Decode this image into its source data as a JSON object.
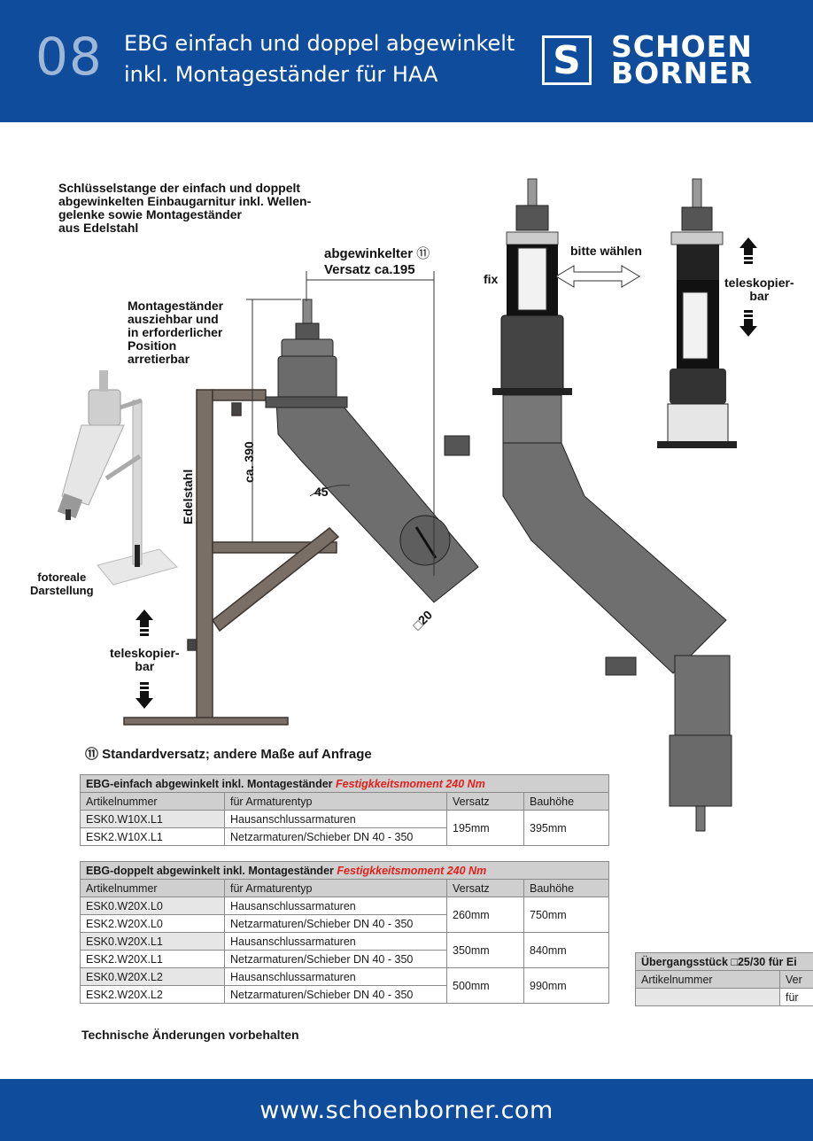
{
  "header": {
    "page_number": "08",
    "title_line1": "EBG einfach und doppel abgewinkelt",
    "title_line2": "inkl. Montageständer für HAA",
    "logo_symbol": "S",
    "logo_line1": "SCHOEN",
    "logo_line2": "BORNER"
  },
  "drawing": {
    "intro_l1": "Schlüsselstange der einfach und doppelt",
    "intro_l2": "abgewinkelten Einbaugarnitur inkl. Wellen-",
    "intro_l3": "gelenke sowie Montageständer",
    "intro_l4": "aus Edelstahl",
    "montage_l1": "Montageständer",
    "montage_l2": "ausziehbar und",
    "montage_l3": "in erforderlicher",
    "montage_l4": "Position",
    "montage_l5": "arretierbar",
    "offset_l1": "abgewinkelter",
    "offset_l2": "Versatz ca.195",
    "offset_marker": "⑪",
    "height_dim": "ca. 390",
    "angle_dim": "45",
    "square_dim": "□20",
    "material": "Edelstahl",
    "photo_l1": "fotoreale",
    "photo_l2": "Darstellung",
    "telescopic_left_l1": "teleskopier-",
    "telescopic_left_l2": "bar",
    "fix_label": "fix",
    "choose_label": "bitte wählen",
    "telescopic_right_l1": "teleskopier-",
    "telescopic_right_l2": "bar"
  },
  "footnote": "⑪  Standardversatz; andere Maße auf Anfrage",
  "table1": {
    "title_prefix": "EBG-einfach  abgewinkelt inkl. Montageständer ",
    "title_highlight": "Festigkkeitsmoment  240 Nm",
    "headers": [
      "Artikelnummer",
      "für Armaturentyp",
      "Versatz",
      "Bauhöhe"
    ],
    "rows": [
      {
        "article": "ESK0.W10X.L1",
        "type": "Hausanschlussarmaturen"
      },
      {
        "article": "ESK2.W10X.L1",
        "type": "Netzarmaturen/Schieber DN 40 - 350"
      }
    ],
    "versatz": "195mm",
    "bauhoehe": "395mm"
  },
  "table2": {
    "title_prefix": "EBG-doppelt  abgewinkelt inkl. Montageständer ",
    "title_highlight": "Festigkkeitsmoment  240 Nm",
    "headers": [
      "Artikelnummer",
      "für Armaturentyp",
      "Versatz",
      "Bauhöhe"
    ],
    "groups": [
      {
        "rows": [
          {
            "article": "ESK0.W20X.L0",
            "type": "Hausanschlussarmaturen"
          },
          {
            "article": "ESK2.W20X.L0",
            "type": "Netzarmaturen/Schieber DN 40 - 350"
          }
        ],
        "versatz": "260mm",
        "bauhoehe": "750mm"
      },
      {
        "rows": [
          {
            "article": "ESK0.W20X.L1",
            "type": "Hausanschlussarmaturen"
          },
          {
            "article": "ESK2.W20X.L1",
            "type": "Netzarmaturen/Schieber DN 40 - 350"
          }
        ],
        "versatz": "350mm",
        "bauhoehe": "840mm"
      },
      {
        "rows": [
          {
            "article": "ESK0.W20X.L2",
            "type": "Hausanschlussarmaturen"
          },
          {
            "article": "ESK2.W20X.L2",
            "type": "Netzarmaturen/Schieber DN 40 - 350"
          }
        ],
        "versatz": "500mm",
        "bauhoehe": "990mm"
      }
    ]
  },
  "table3": {
    "title": "Übergangsstück □25/30 für  Ei",
    "header_article": "Artikelnummer",
    "header_type": "Ver",
    "row_type": "für"
  },
  "disclaimer": "Technische Änderungen vorbehalten",
  "footer": {
    "url": "www.schoenborner.com"
  }
}
